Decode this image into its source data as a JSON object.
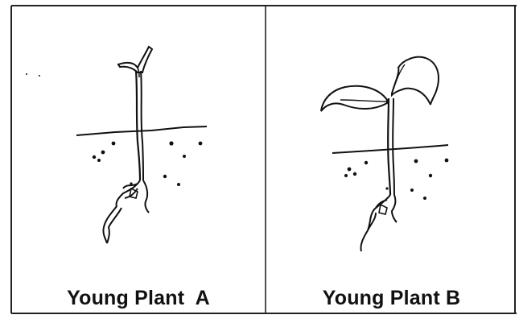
{
  "panels": [
    {
      "caption": "Young Plant  A",
      "seed_leaves": "closed"
    },
    {
      "caption": "Young Plant B",
      "seed_leaves": "open"
    }
  ],
  "colors": {
    "ink": "#111111",
    "background": "#ffffff"
  }
}
